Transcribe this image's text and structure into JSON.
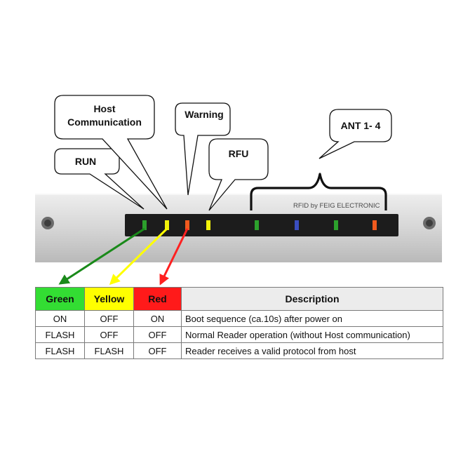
{
  "callouts": {
    "run": "RUN",
    "host_line1": "Host",
    "host_line2": "Communication",
    "warning": "Warning",
    "rfu": "RFU",
    "ant": "ANT 1- 4"
  },
  "device": {
    "brand_label": "RFID by FEIG ELECTRONIC",
    "leds": [
      {
        "name": "led-run",
        "color": "#2ca02c"
      },
      {
        "name": "led-host",
        "color": "#f2f20a"
      },
      {
        "name": "led-warning",
        "color": "#f05a1e"
      },
      {
        "name": "led-rfu",
        "color": "#f2f20a"
      },
      {
        "name": "led-ant-1",
        "color": "#2ca02c"
      },
      {
        "name": "led-ant-2",
        "color": "#3a4ec0"
      },
      {
        "name": "led-ant-3",
        "color": "#2ca02c"
      },
      {
        "name": "led-ant-4",
        "color": "#f05a1e"
      }
    ]
  },
  "arrows": {
    "green": "#1a8a1a",
    "yellow": "#ffff00",
    "red": "#ff2020"
  },
  "table": {
    "headers": [
      {
        "label": "Green",
        "bg": "#33dd33"
      },
      {
        "label": "Yellow",
        "bg": "#ffff00"
      },
      {
        "label": "Red",
        "bg": "#ff1a1a"
      },
      {
        "label": "Description",
        "bg": "#ececec"
      }
    ],
    "rows": [
      [
        "ON",
        "OFF",
        "ON",
        "Boot sequence (ca.10s) after power on"
      ],
      [
        "FLASH",
        "OFF",
        "OFF",
        "Normal Reader operation (without Host communication)"
      ],
      [
        "FLASH",
        "FLASH",
        "OFF",
        "Reader receives a valid protocol from host"
      ]
    ]
  }
}
